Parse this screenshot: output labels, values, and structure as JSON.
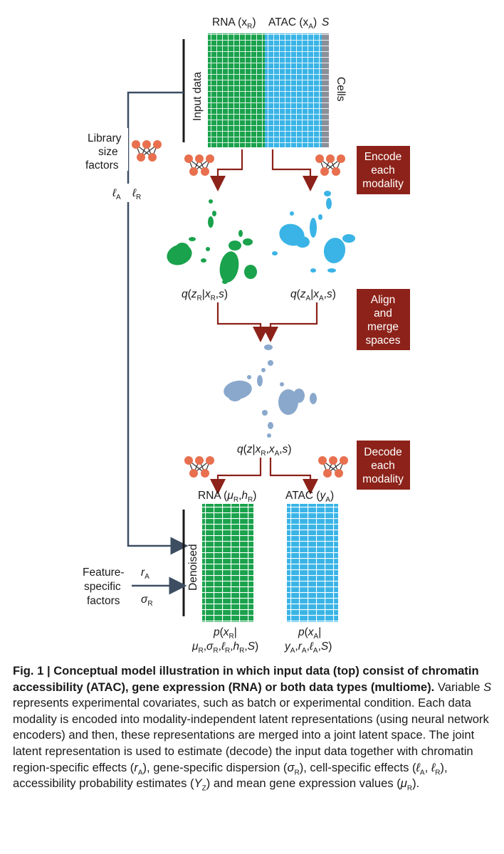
{
  "figure": {
    "top_labels": {
      "rna": "RNA (x",
      "rna_sub": "R",
      "atac": "ATAC (x",
      "atac_sub": "A",
      "s": "S"
    },
    "input_data": "Input data",
    "cells": "Cells",
    "library": {
      "line1": "Library",
      "line2": "size",
      "line3": "factors",
      "lA": "ℓ",
      "lA_sub": "A",
      "lR": "ℓ",
      "lR_sub": "R"
    },
    "boxes": {
      "encode": [
        "Encode",
        "each",
        "modality"
      ],
      "align": [
        "Align",
        "and",
        "merge",
        "spaces"
      ],
      "decode": [
        "Decode",
        "each",
        "modality"
      ]
    },
    "latent": {
      "q_rna": "q(zR|xR,s)",
      "q_atac": "q(zA|xA,s)",
      "q_joint": "q(z|xR,xA,s)"
    },
    "outputs": {
      "rna_title": "RNA (μR,hR)",
      "atac_title": "ATAC (yA)",
      "denoised": "Denoised",
      "p_rna_1": "p(xR|",
      "p_rna_2": "μR,σR,ℓR,hR,S)",
      "p_atac_1": "p(xA|",
      "p_atac_2": "yA,rA,ℓA,S)"
    },
    "feature": {
      "line1": "Feature-",
      "line2": "specific",
      "line3": "factors",
      "rA": "rA",
      "sR": "σR"
    },
    "colors": {
      "green": "#1aa24c",
      "blue": "#3ab4e6",
      "latent": "#8aa8cc",
      "box": "#8c2219",
      "arrow": "#8c2219",
      "line": "#3d4e63",
      "node": "#e8704f"
    }
  },
  "caption": {
    "bold": "Fig. 1 | Conceptual model illustration in which input data (top) consist of chromatin accessibility (ATAC), gene expression (RNA) or both data types (multiome).",
    "text": "Variable S represents experimental covariates, such as batch or experimental condition. Each data modality is encoded into modality-independent latent representations (using neural network encoders) and then, these representations are merged into a joint latent space. The joint latent representation is used to estimate (decode) the input data together with chromatin region-specific effects (rA), gene-specific dispersion (σR), cell-specific effects (ℓA, ℓR), accessibility probability estimates (YZ) and mean gene expression values (μR)."
  }
}
